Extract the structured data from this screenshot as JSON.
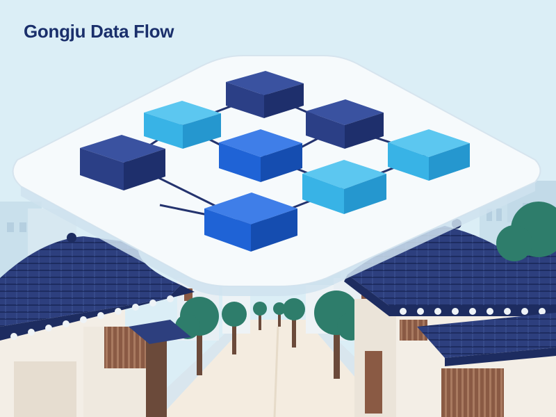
{
  "title": "Gongju Data Flow",
  "illustration": {
    "subject": "isometric data-flow node network floating above a traditional hanok street",
    "nodes": [
      {
        "id": "n1",
        "color": "#2b3f86"
      },
      {
        "id": "n2",
        "color": "#38b3e6"
      },
      {
        "id": "n3",
        "color": "#2b3f86"
      },
      {
        "id": "n4",
        "color": "#2b3f86"
      },
      {
        "id": "n5",
        "color": "#1f63d6"
      },
      {
        "id": "n6",
        "color": "#38b3e6"
      },
      {
        "id": "n7",
        "color": "#38b3e6"
      },
      {
        "id": "n8",
        "color": "#1f63d6"
      }
    ],
    "colors": {
      "sky": "#dbeef6",
      "platform": "#f6fafc",
      "navy": "#1a2f6b",
      "roof": "#2d3f7e",
      "wall": "#f3eee6",
      "wood": "#8a5a44",
      "tree": "#2e7d6b",
      "street": "#f4ece0"
    }
  }
}
